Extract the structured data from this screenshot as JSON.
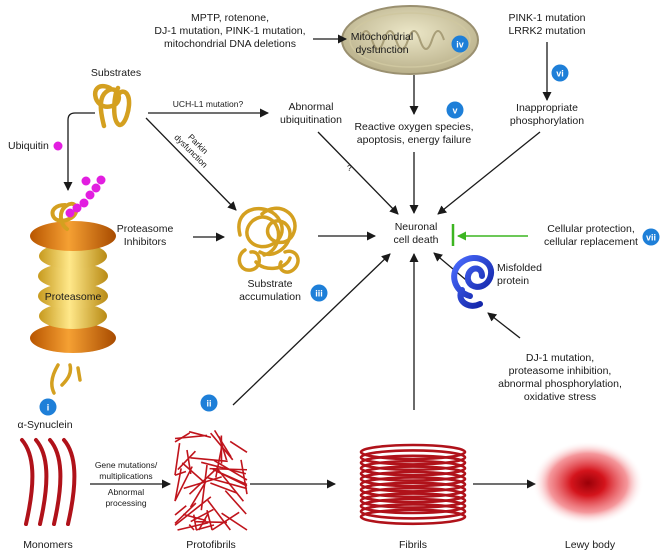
{
  "center": {
    "line1": "Neuronal",
    "line2": "cell death"
  },
  "top_left_causes": {
    "line1": "MPTP, rotenone,",
    "line2": "DJ-1 mutation, PINK-1 mutation,",
    "line3": "mitochondrial DNA deletions"
  },
  "mitochondria": {
    "line1": "Mitochondrial",
    "line2": "dysfunction",
    "badge": "iv"
  },
  "top_right_causes": {
    "line1": "PINK-1 mutation",
    "line2": "LRRK2 mutation",
    "badge": "vi"
  },
  "ros": {
    "line1": "Reactive oxygen species,",
    "line2": "apoptosis, energy failure",
    "badge": "v"
  },
  "phosph": {
    "line1": "Inappropriate",
    "line2": "phosphorylation"
  },
  "substrates": "Substrates",
  "uchl1": "UCH-L1 mutation?",
  "abnormal_ubiq": {
    "line1": "Abnormal",
    "line2": "ubiquitination"
  },
  "question": "?",
  "ubiquitin": "Ubiquitin",
  "parkin": {
    "line1": "Parkin",
    "line2": "dysfunction"
  },
  "proteasome_inhibitors": {
    "line1": "Proteasome",
    "line2": "Inhibitors"
  },
  "proteasome": "Proteasome",
  "substrate_accum": {
    "line1": "Substrate",
    "line2": "accumulation",
    "badge": "iii"
  },
  "protection": {
    "line1": "Cellular protection,",
    "line2": "cellular replacement",
    "badge": "vii"
  },
  "misfolded": {
    "line1": "Misfolded",
    "line2": "protein"
  },
  "dj1": {
    "line1": "DJ-1 mutation,",
    "line2": "proteasome inhibition,",
    "line3": "abnormal phosphorylation,",
    "line4": "oxidative stress"
  },
  "synuclein": {
    "label": "α-Synuclein",
    "badge": "i"
  },
  "gene": {
    "line1": "Gene mutations/",
    "line2": "multiplications",
    "line3": "Abnormal",
    "line4": "processing"
  },
  "protofibrils_badge": "ii",
  "bottom": {
    "monomers": "Monomers",
    "protofibrils": "Protofibrils",
    "fibrils": "Fibrils",
    "lewy": "Lewy body"
  },
  "colors": {
    "badge": "#1e7fd8",
    "arrow": "#1a1a1a",
    "green": "#3cb521",
    "fiber": "#b0121a",
    "lewy": "#d4141c",
    "proteasome_orange": "#e07a10",
    "proteasome_yellow": "#f2cf4a",
    "ubiquitin": "#e21ee0",
    "substrate": "#d4a020",
    "misfolded": "#1a2fd0"
  }
}
